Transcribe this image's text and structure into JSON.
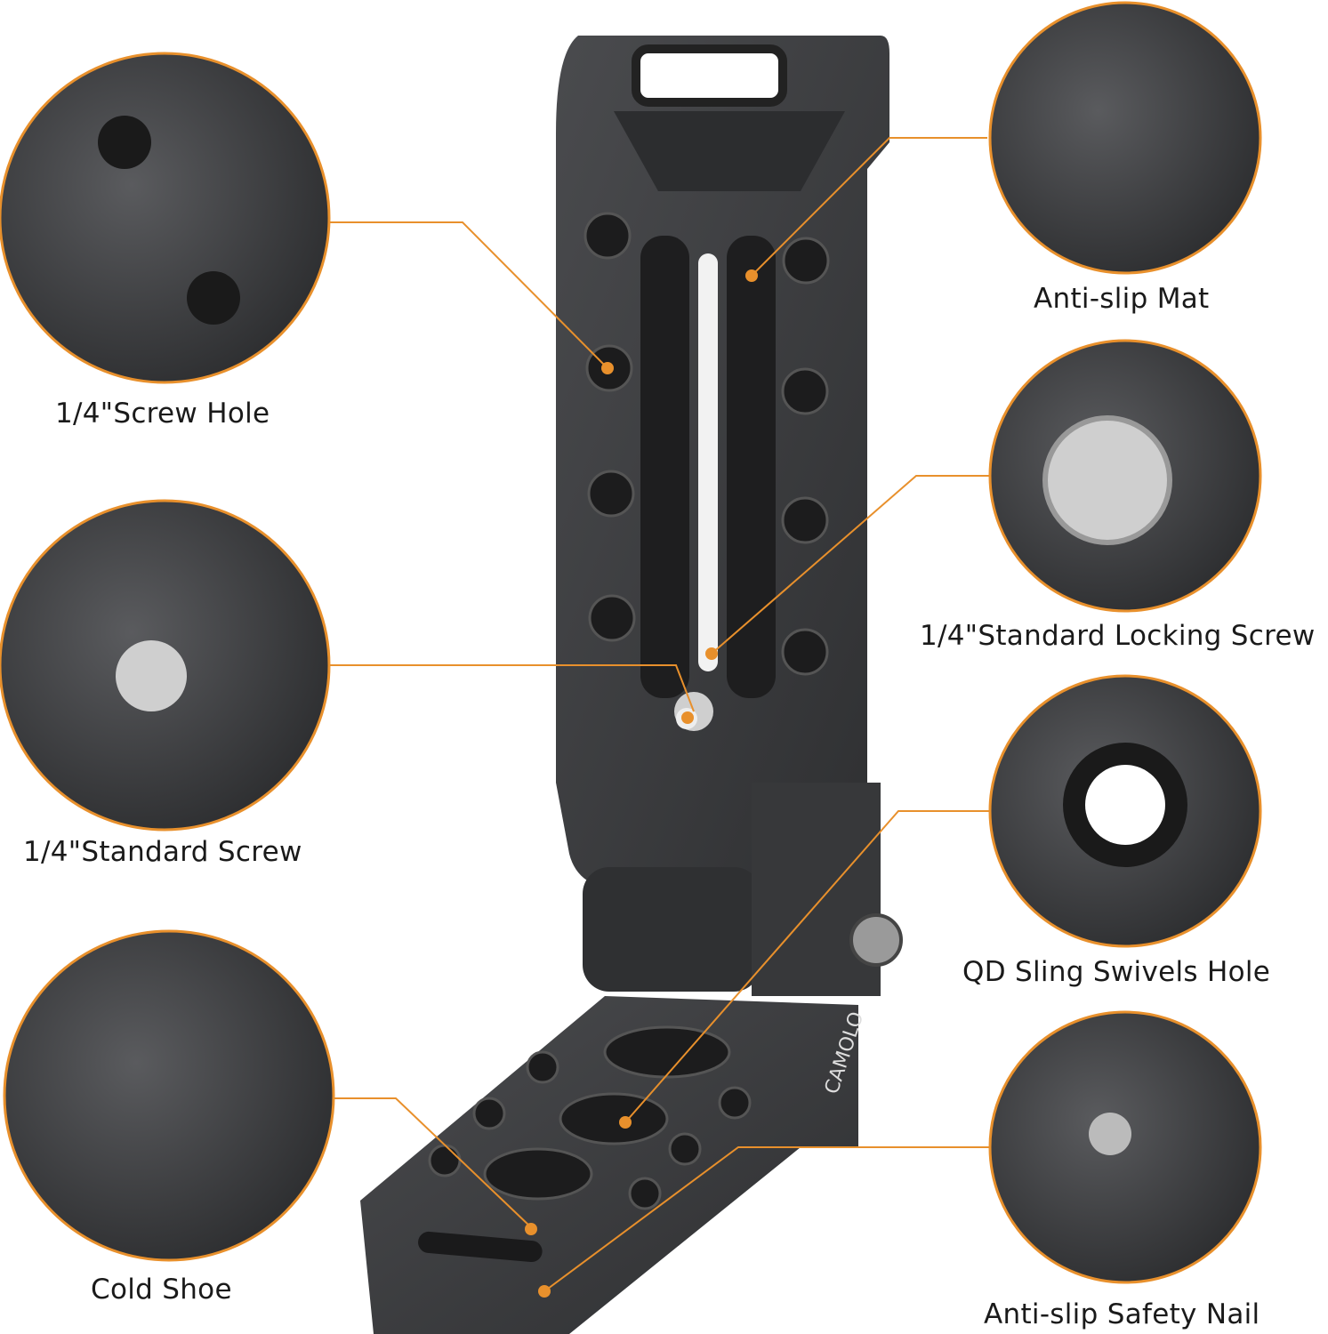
{
  "accent_color": "#e8902c",
  "product_color": "#3a3b3d",
  "brand_engraving": "CAMOLO",
  "callouts": [
    {
      "id": "screw-hole",
      "label": "1/4\"Screw Hole"
    },
    {
      "id": "standard-screw",
      "label": "1/4\"Standard Screw"
    },
    {
      "id": "cold-shoe",
      "label": "Cold Shoe"
    },
    {
      "id": "anti-slip-mat",
      "label": "Anti-slip Mat"
    },
    {
      "id": "locking-screw",
      "label": "1/4\"Standard Locking Screw"
    },
    {
      "id": "qd-sling",
      "label": "QD Sling Swivels Hole"
    },
    {
      "id": "safety-nail",
      "label": "Anti-slip Safety Nail"
    }
  ]
}
